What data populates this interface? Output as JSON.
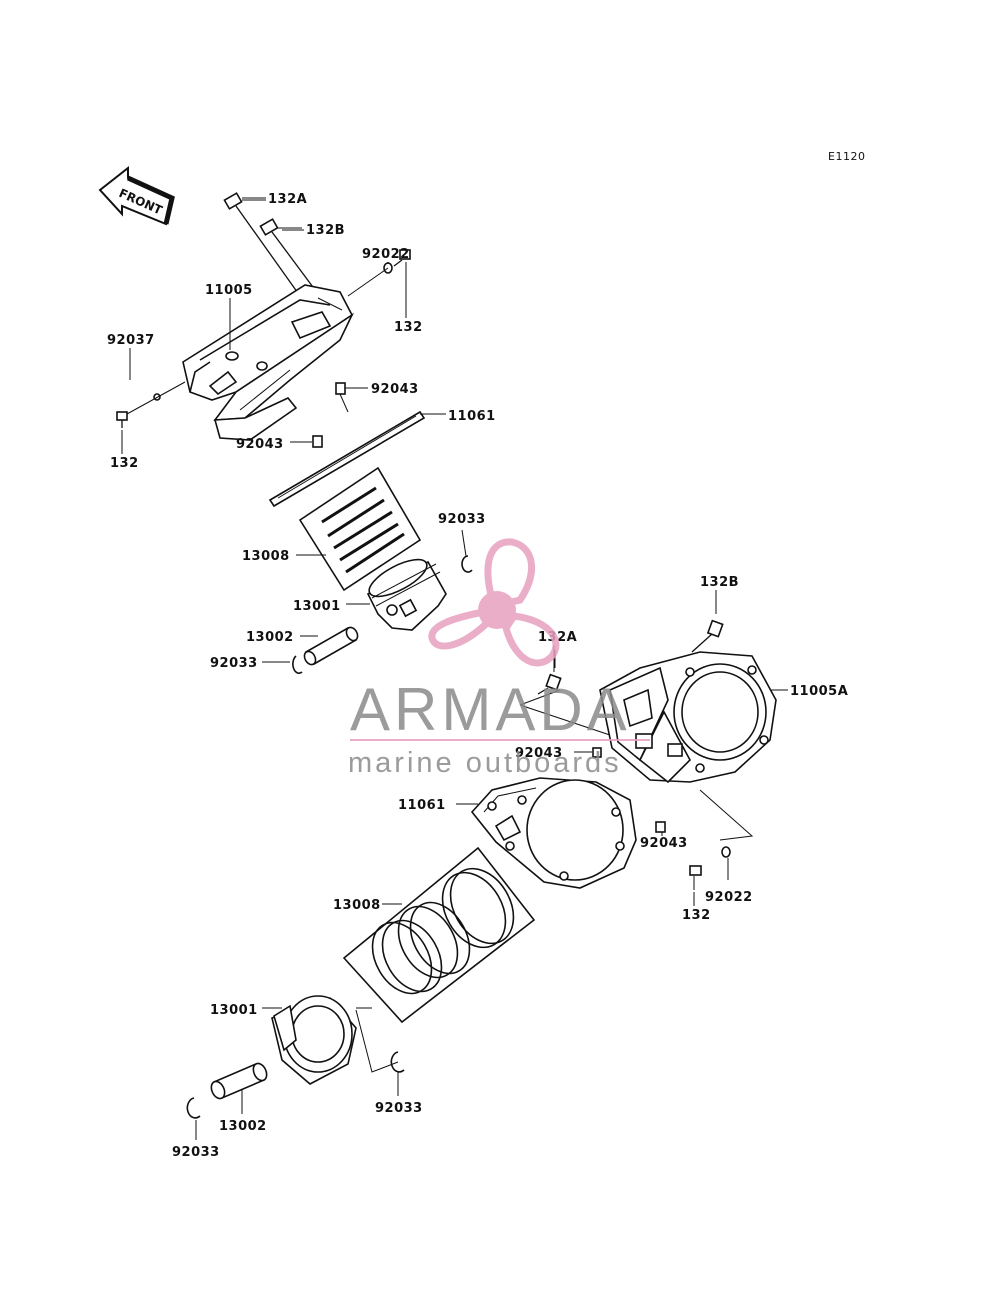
{
  "diagram_code": "E1120",
  "front_arrow_label": "FRONT",
  "watermark": {
    "brand": "ARMADA",
    "tagline": "marine outboards",
    "text_color": "#8a8a8a",
    "accent_color": "#e8a0c0",
    "icon": "propeller-logo-icon"
  },
  "labels": {
    "l_132A_top": "132A",
    "l_132B_top": "132B",
    "l_92022_top": "92022",
    "l_132_top_right": "132",
    "l_11005": "11005",
    "l_92037": "92037",
    "l_132_left": "132",
    "l_92043_top": "92043",
    "l_11061_top": "11061",
    "l_92043_mid": "92043",
    "l_92033_top": "92033",
    "l_13008_top": "13008",
    "l_13001_top": "13001",
    "l_13002_top": "13002",
    "l_92033_left_top": "92033",
    "l_132B_right": "132B",
    "l_132A_right": "132A",
    "l_11005A": "11005A",
    "l_92043_center": "92043",
    "l_11061_bottom": "11061",
    "l_92043_right": "92043",
    "l_92022_bottom": "92022",
    "l_132_bottom": "132",
    "l_13008_bottom": "13008",
    "l_13001_bottom": "13001",
    "l_92033_bottom_right": "92033",
    "l_13002_bottom": "13002",
    "l_92033_bottom_left": "92033"
  }
}
